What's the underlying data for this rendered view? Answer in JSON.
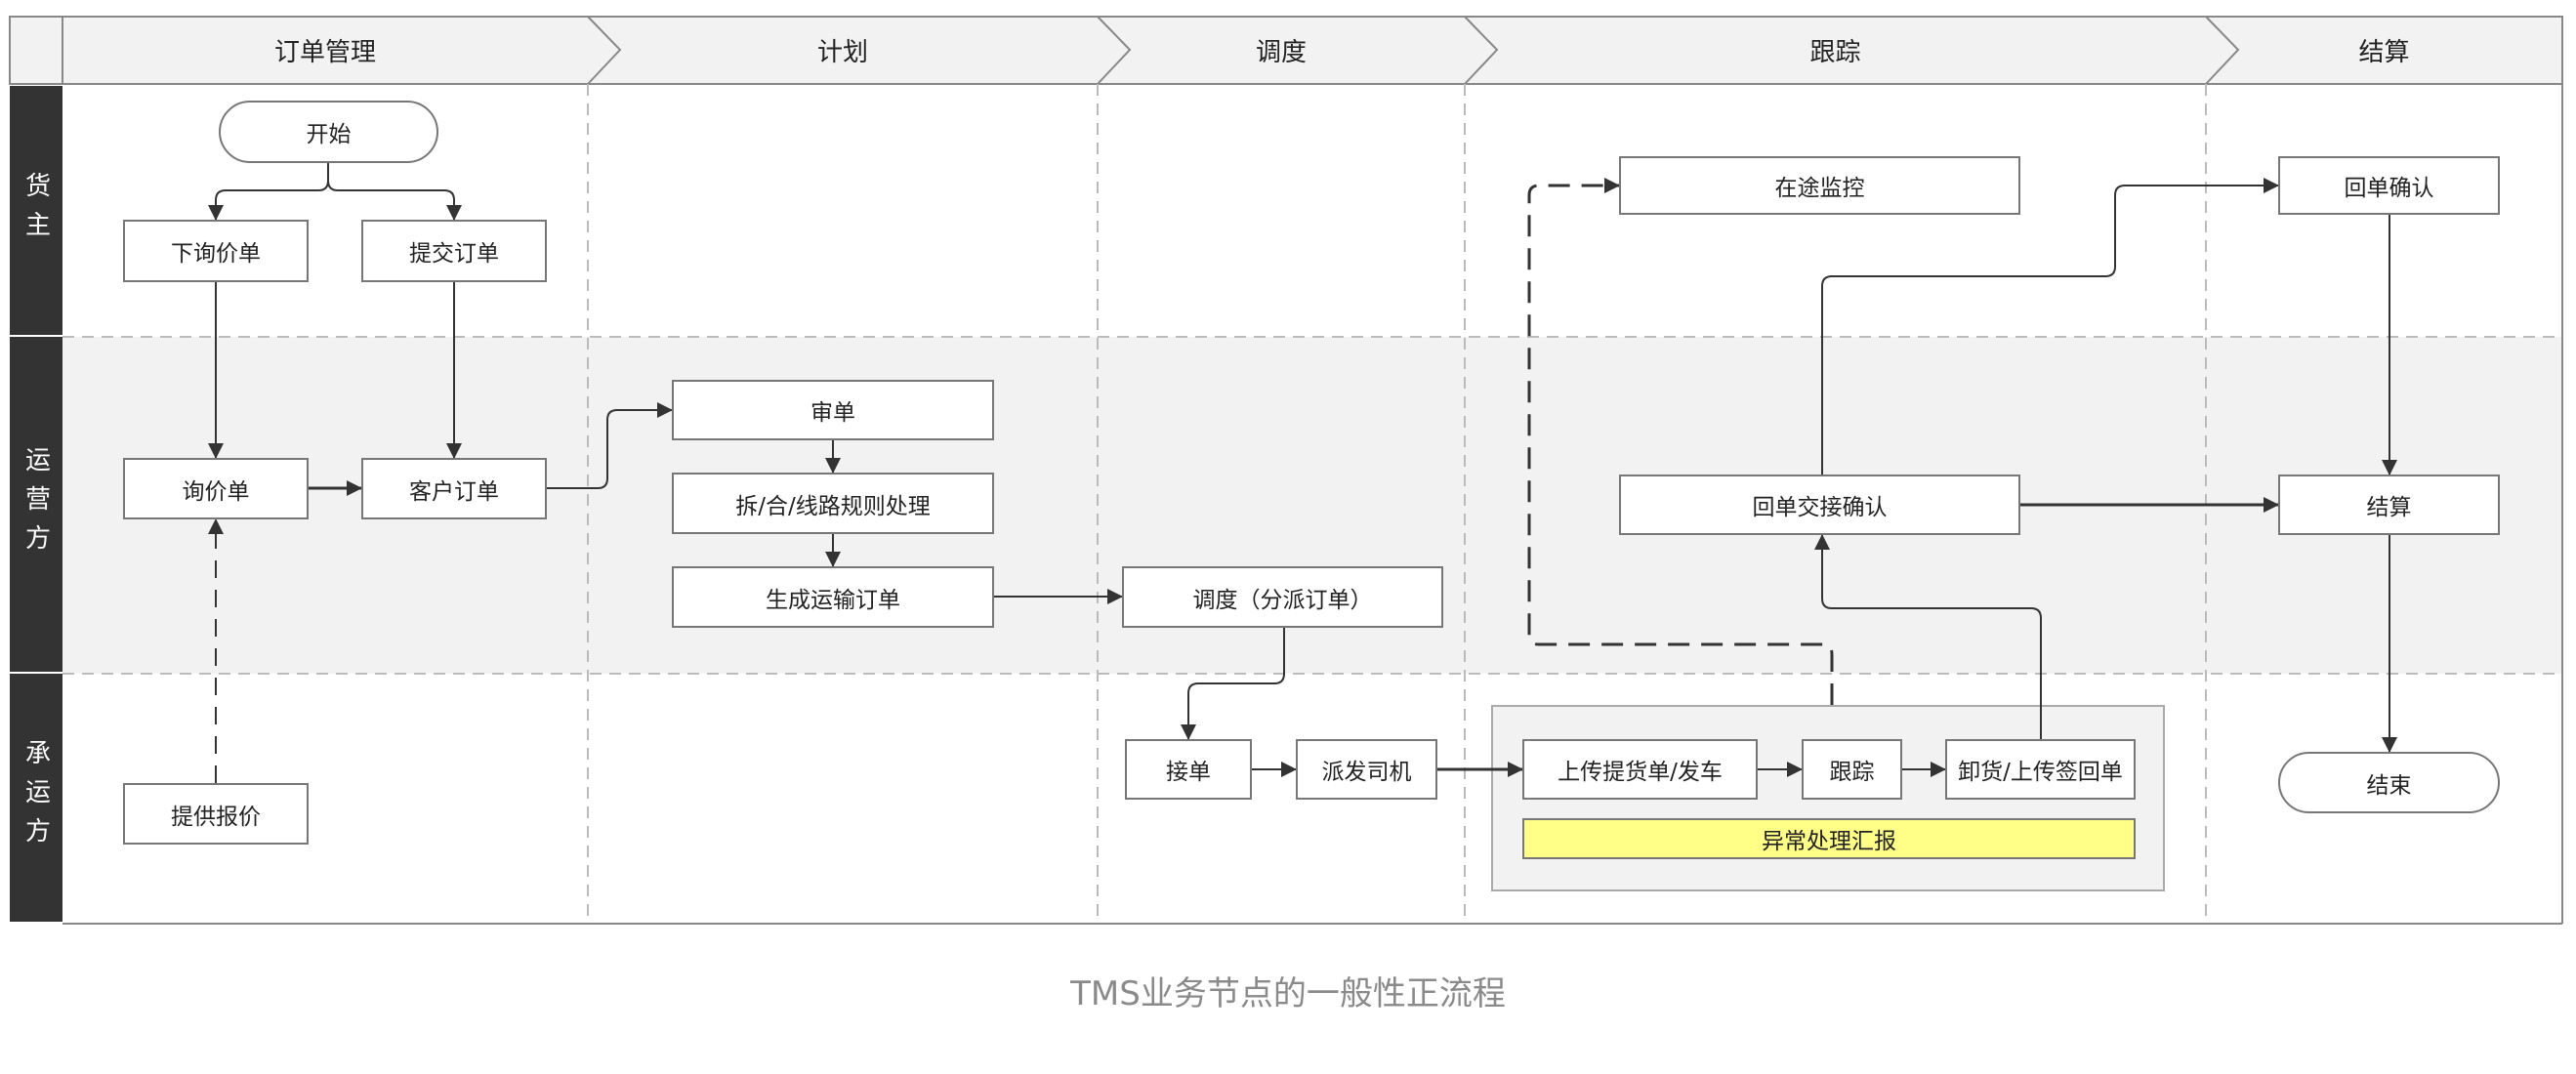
{
  "header": {
    "phases": [
      "订单管理",
      "计划",
      "调度",
      "跟踪",
      "结算"
    ]
  },
  "lanes": [
    "货主",
    "运营方",
    "承运方"
  ],
  "nodes": {
    "start": "开始",
    "inquiry_submit": "下询价单",
    "order_submit": "提交订单",
    "inquiry": "询价单",
    "customer_order": "客户订单",
    "quote": "提供报价",
    "review": "审单",
    "split_merge": "拆/合/线路规则处理",
    "gen_transport": "生成运输订单",
    "dispatch": "调度（分派订单）",
    "accept": "接单",
    "assign_driver": "派发司机",
    "upload_pickup": "上传提货单/发车",
    "tracking": "跟踪",
    "unload": "卸货/上传签回单",
    "exception": "异常处理汇报",
    "in_transit": "在途监控",
    "receipt_handover": "回单交接确认",
    "receipt_confirm": "回单确认",
    "settlement": "结算",
    "end": "结束"
  },
  "colors": {
    "lane_label_bg": "#333333",
    "operator_lane_bg": "#f2f2f2",
    "exception_fill": "#ffff88",
    "line": "#333333"
  },
  "caption": "TMS业务节点的一般性正流程"
}
